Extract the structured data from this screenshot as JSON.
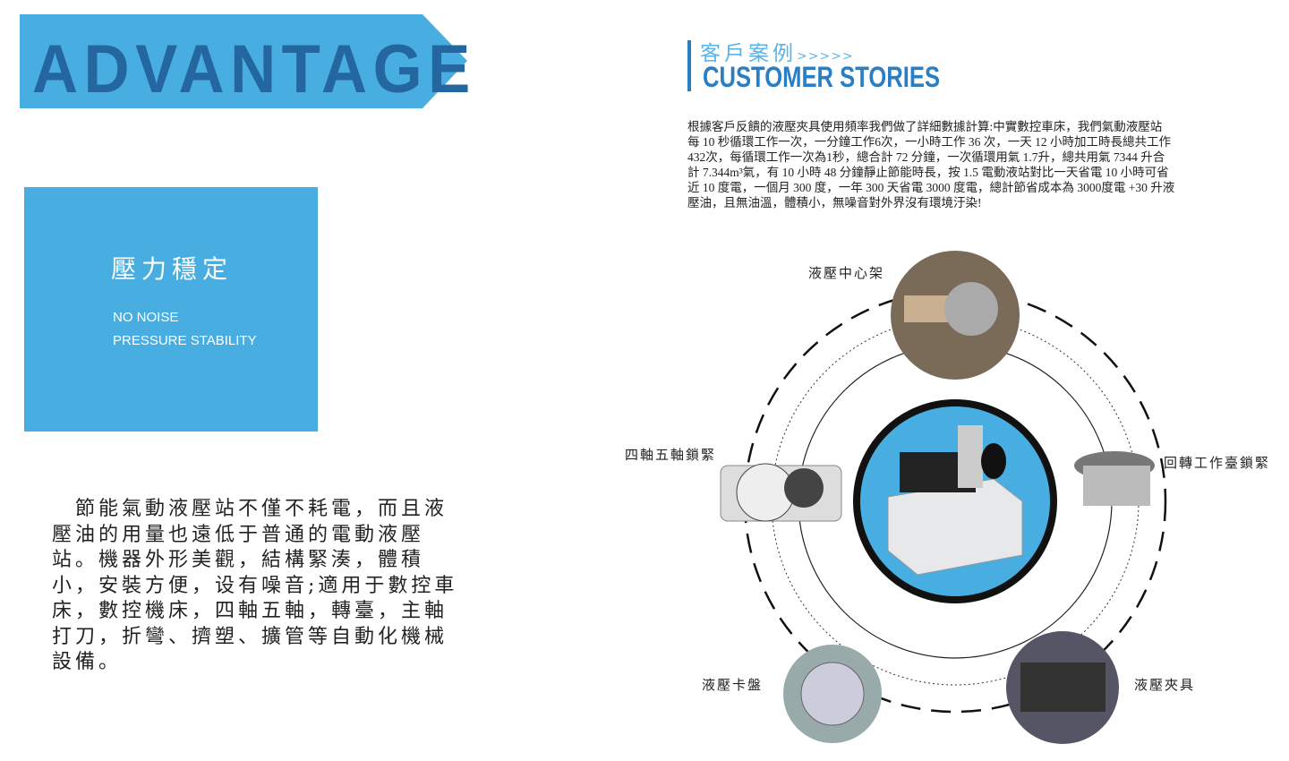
{
  "banner": {
    "title": "ADVANTAGE"
  },
  "card": {
    "title": "壓力穩定",
    "line1": "NO NOISE",
    "line2": "PRESSURE STABILITY"
  },
  "left_paragraph": [
    "　節能氣動液壓站不僅不耗電，而且液",
    "壓油的用量也遠低于普通的電動液壓",
    "站。機器外形美觀，結構緊湊，體積",
    "小，安裝方便，设有噪音;適用于數控車",
    "床，數控機床，四軸五軸，轉臺，主軸",
    "打刀，折彎、擠塑、擴管等自動化機械",
    "設備。"
  ],
  "header": {
    "cn": "客戶案例",
    "arrows": ">>>>>",
    "en": "CUSTOMER STORIES"
  },
  "story": [
    "根據客戶反饋的液壓夾具使用頻率我們做了詳細數據計算:中實數控車床，我們氣動液壓站",
    "每 10 秒循環工作一次，一分鐘工作6次，一小時工作 36 次，一天 12 小時加工時長總共工作",
    "432次，每循環工作一次為1秒，總合計 72 分鐘，一次循環用氣 1.7升，總共用氣 7344 升合",
    "計 7.344m³氣，有 10 小時 48 分鐘靜止節能時長，按 1.5 電動液站對比一天省電 10 小時可省",
    "近 10 度電，一個月 300 度，一年 300 天省電 3000 度電，總計節省成本為 3000度電 +30 升液",
    "壓油，且無油溫，體積小，無噪音對外界沒有環境汙染!"
  ],
  "diagram": {
    "top": "液壓中心架",
    "left": "四軸五軸鎖緊",
    "right": "回轉工作臺鎖緊",
    "bottom_left": "液壓卡盤",
    "bottom_right": "液壓夾具"
  },
  "colors": {
    "blue": "#48ade0",
    "dark_blue": "#2466a0",
    "accent": "#2a7fc4"
  }
}
